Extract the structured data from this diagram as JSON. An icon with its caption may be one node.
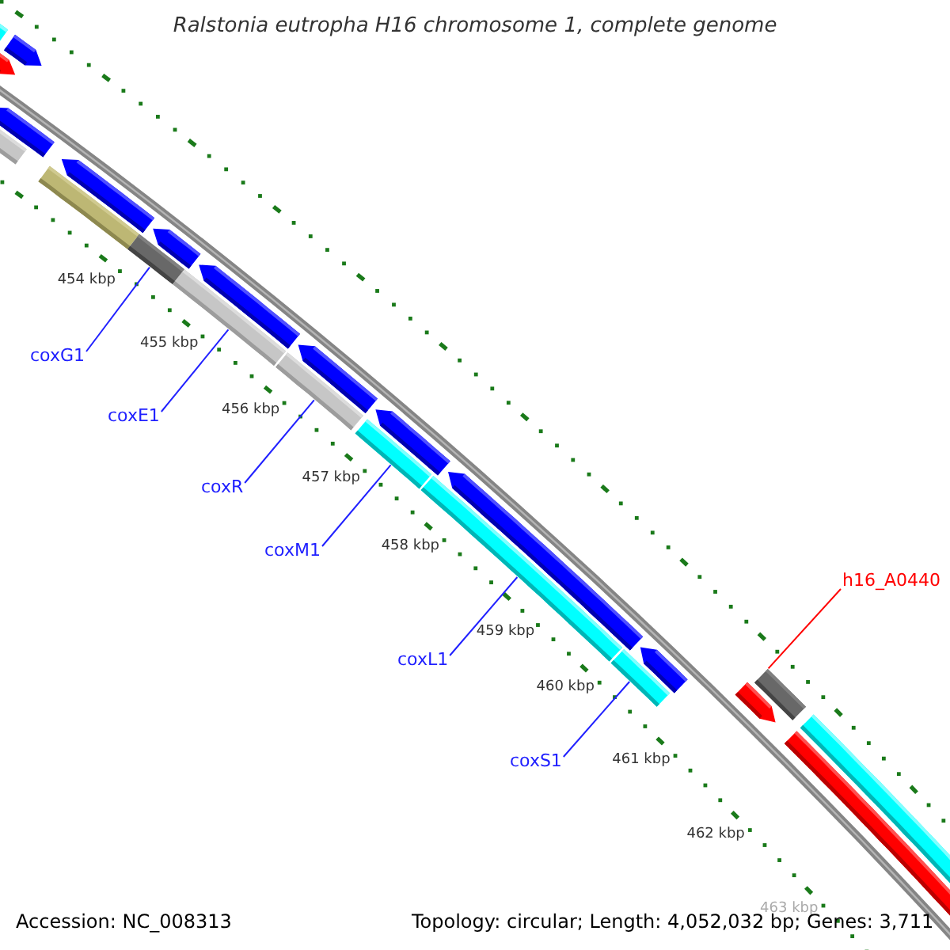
{
  "diagram": {
    "title": "Ralstonia eutropha H16 chromosome 1, complete genome",
    "nodes": [
      {
        "text": [
          "coxG1"
        ]
      },
      {
        "text": [
          "coxE1"
        ]
      },
      {
        "text": [
          "coxR"
        ]
      },
      {
        "text": [
          "coxM1"
        ]
      },
      {
        "text": [
          "h16_A0440"
        ]
      },
      {
        "text": [
          "coxL1"
        ]
      },
      {
        "text": [
          "coxS1"
        ]
      },
      {
        "text": [],
        "shape": "bar"
      },
      {
        "text": [],
        "shape": "bar"
      },
      {
        "text": [],
        "shape": "bar"
      },
      {
        "text": [],
        "shape": "bar"
      },
      {
        "text": [],
        "shape": "bar"
      },
      {
        "text": [],
        "shape": "bar"
      },
      {
        "text": [],
        "shape": "bar"
      }
    ],
    "edges": [
      {
        "from": 0,
        "to": 7,
        "arrow": "none"
      },
      {
        "from": 1,
        "to": 8,
        "arrow": "none"
      },
      {
        "from": 2,
        "to": 9,
        "arrow": "none"
      },
      {
        "from": 3,
        "to": 10,
        "arrow": "none"
      },
      {
        "from": 4,
        "to": 13,
        "arrow": "none",
        "color": "#ff0000"
      },
      {
        "from": 5,
        "to": 11,
        "arrow": "none"
      },
      {
        "from": 6,
        "to": 12,
        "arrow": "none"
      }
    ],
    "labels": [
      "454 kbp",
      "455 kbp",
      "456 kbp",
      "457 kbp",
      "458 kbp",
      "459 kbp",
      "460 kbp",
      "461 kbp",
      "462 kbp",
      "463 kbp",
      "Accession: NC_008313",
      "Topology: circular; Length: 4,052,032 bp; Genes: 3,711"
    ]
  }
}
